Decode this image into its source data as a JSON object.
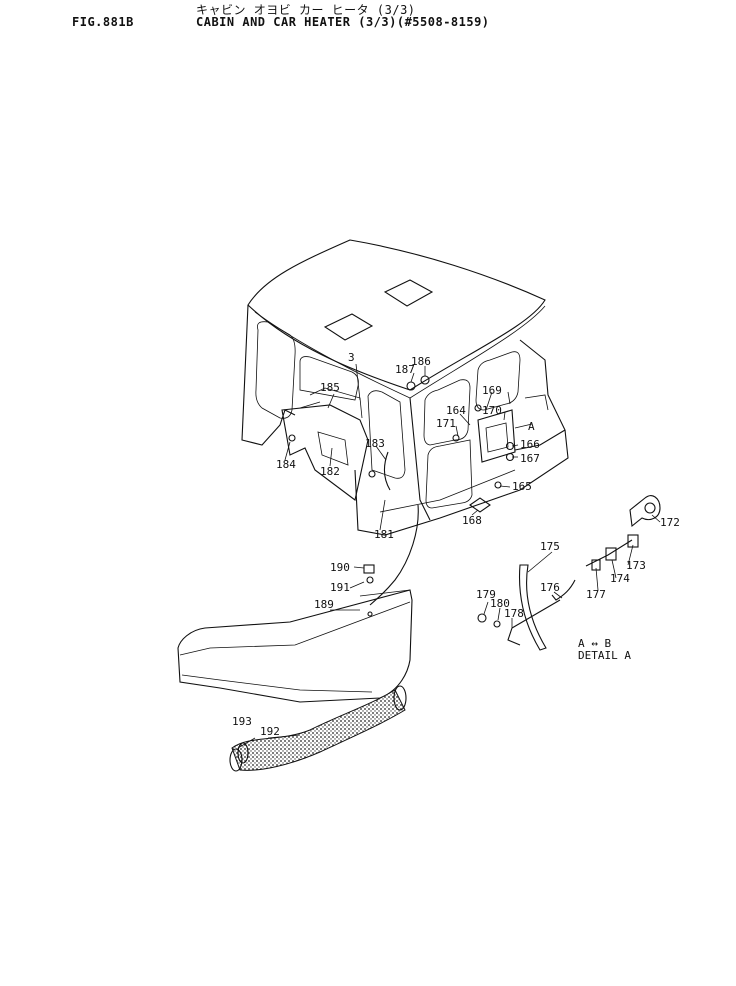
{
  "header": {
    "fig_number": "FIG.881B",
    "title_jp": "キャビン オヨビ カー ヒータ (3/3)",
    "title_en": "CABIN AND CAR HEATER (3/3)(#5508-8159)"
  },
  "detail": {
    "marker": "A",
    "view_label": "A  ↔  B",
    "caption": "DETAIL A"
  },
  "parts": {
    "p3": "3",
    "p164": "164",
    "p165": "165",
    "p166": "166",
    "p167": "167",
    "p168": "168",
    "p169": "169",
    "p170": "170",
    "p171": "171",
    "p172": "172",
    "p173": "173",
    "p174": "174",
    "p175": "175",
    "p176": "176",
    "p177": "177",
    "p178": "178",
    "p179": "179",
    "p180": "180",
    "p181": "181",
    "p182": "182",
    "p183": "183",
    "p184": "184",
    "p185": "185",
    "p186": "186",
    "p187": "187",
    "p189": "189",
    "p190": "190",
    "p191": "191",
    "p192": "192",
    "p193": "193"
  }
}
